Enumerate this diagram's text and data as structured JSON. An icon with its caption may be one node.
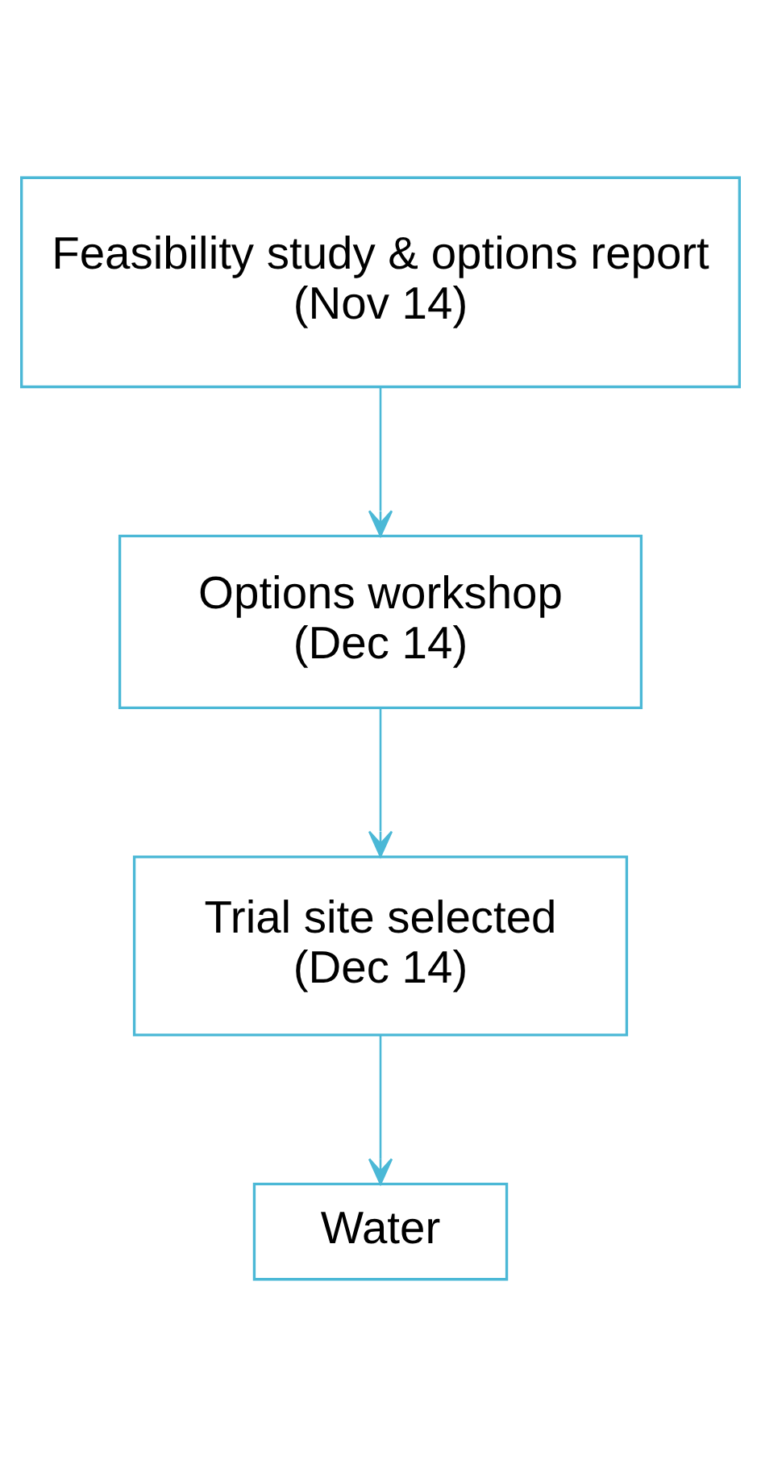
{
  "diagram": {
    "nodes": [
      {
        "text": [
          "Feasibility study & options report",
          "(Nov 14)"
        ]
      },
      {
        "text": [
          "Options workshop",
          "(Dec 14)"
        ]
      },
      {
        "text": [
          "Trial site selected",
          "(Dec 14)"
        ]
      },
      {
        "text": [
          "Water"
        ]
      }
    ],
    "edges": [
      {
        "from": 0,
        "to": 1,
        "arrow": "to"
      },
      {
        "from": 1,
        "to": 2,
        "arrow": "to"
      },
      {
        "from": 2,
        "to": 3,
        "arrow": "to"
      }
    ]
  }
}
